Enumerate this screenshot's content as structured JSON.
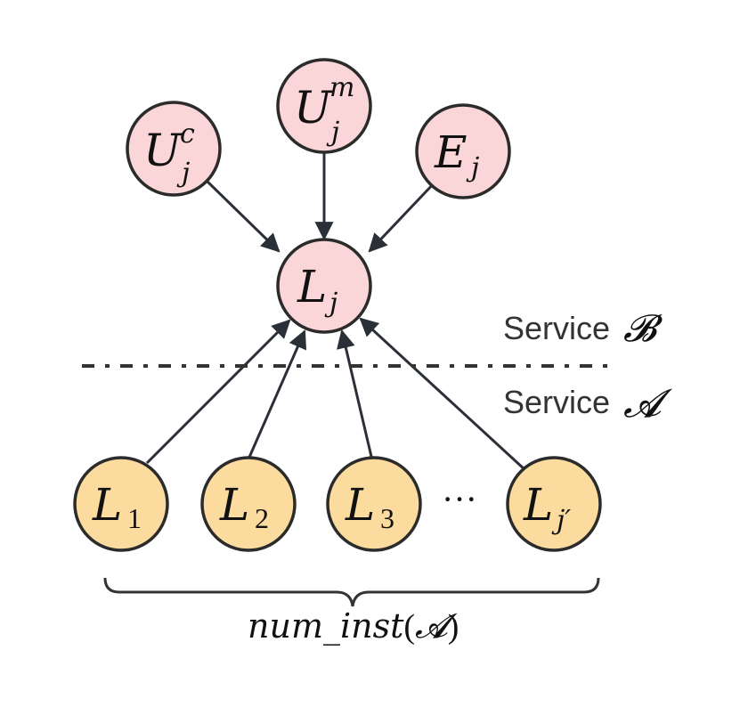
{
  "nodes": {
    "uc": {
      "base": "U",
      "sup": "c",
      "sub": "j"
    },
    "um": {
      "base": "U",
      "sup": "m",
      "sub": "j"
    },
    "e": {
      "base": "E",
      "sub": "j"
    },
    "lj": {
      "base": "L",
      "sub": "j"
    },
    "l1": {
      "base": "L",
      "sub": "1"
    },
    "l2": {
      "base": "L",
      "sub": "2"
    },
    "l3": {
      "base": "L",
      "sub": "3"
    },
    "lp": {
      "base": "L",
      "sub": "j′"
    }
  },
  "ellipsis": "···",
  "service_b": {
    "word": "Service",
    "symbol": "𝓑"
  },
  "service_a": {
    "word": "Service",
    "symbol": "𝓐"
  },
  "brace_label": {
    "func": "num_inst",
    "open": "(",
    "arg": "𝓐",
    "close": ")"
  },
  "colors": {
    "top_node_fill": "#fbd6d8",
    "bottom_node_fill": "#fcdb9e",
    "stroke": "#2b2b2b"
  }
}
